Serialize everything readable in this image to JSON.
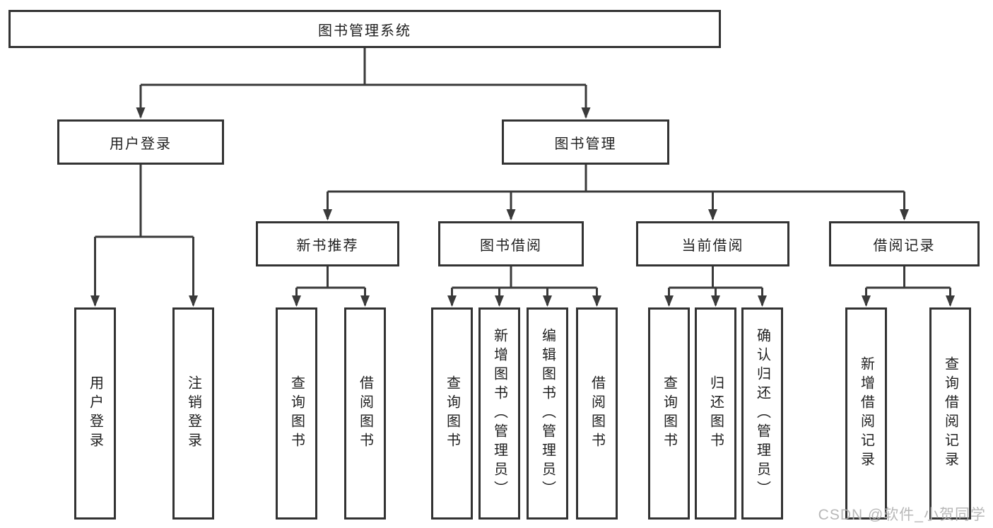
{
  "colors": {
    "background": "#ffffff",
    "border": "#333333",
    "line": "#3a3a3a",
    "text": "#1f1f1f",
    "watermark": "#b2b2b2"
  },
  "tree": {
    "root": {
      "label": "图书管理系统"
    },
    "branches": [
      {
        "label": "用户登录",
        "children": [
          {
            "label": "用户登录"
          },
          {
            "label": "注销登录"
          }
        ]
      },
      {
        "label": "图书管理",
        "children": [
          {
            "label": "新书推荐",
            "children": [
              {
                "label": "查询图书"
              },
              {
                "label": "借阅图书"
              }
            ]
          },
          {
            "label": "图书借阅",
            "children": [
              {
                "label": "查询图书"
              },
              {
                "label": "新增图书（管理员）"
              },
              {
                "label": "编辑图书（管理员）"
              },
              {
                "label": "借阅图书"
              }
            ]
          },
          {
            "label": "当前借阅",
            "children": [
              {
                "label": "查询图书"
              },
              {
                "label": "归还图书"
              },
              {
                "label": "确认归还（管理员）"
              }
            ]
          },
          {
            "label": "借阅记录",
            "children": [
              {
                "label": "新增借阅记录"
              },
              {
                "label": "查询借阅记录"
              }
            ]
          }
        ]
      }
    ]
  },
  "watermark": {
    "text": "CSDN @软件_小贺同学"
  }
}
